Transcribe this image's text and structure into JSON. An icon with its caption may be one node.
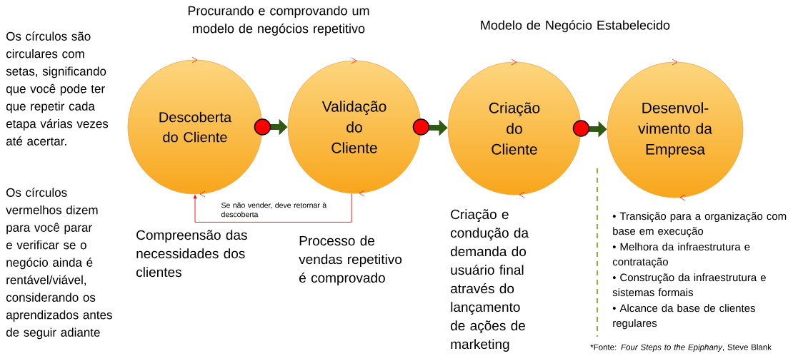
{
  "diagram": {
    "nodes": [
      {
        "text": [
          "Descoberta do Cliente"
        ],
        "beside": [
          "Compreensão das necessidades dos clientes"
        ]
      },
      {
        "text": [
          "Validação do Cliente"
        ],
        "beside": [
          "Processo de vendas repetitivo é comprovado"
        ]
      },
      {
        "text": [
          "Criação do Cliente"
        ],
        "beside": [
          "Criação e condução da demanda do usuário final através do lançamento de ações de marketing"
        ]
      },
      {
        "text": [
          "Desenvol- vimento da Empresa"
        ],
        "beside": [
          "• Transição para a organização com base em execução",
          "• Melhora da infraestrutura e contratação",
          "• Construção da infraestrutura e sistemas formais",
          "• Alcance da base de clientes regulares"
        ]
      }
    ],
    "edges": [
      {
        "from": 0,
        "to": 1,
        "arrow": "to"
      },
      {
        "from": 1,
        "to": 2,
        "arrow": "to"
      },
      {
        "from": 2,
        "to": 3,
        "arrow": "to"
      },
      {
        "from": 1,
        "to": 0,
        "arrow": "to",
        "label": "Se não vender, deve retornar à descoberta",
        "color": "#ff0000"
      }
    ],
    "labels": [
      "Procurando e comprovando um modelo de negócios repetitivo",
      "Modelo de Negócio Estabelecido",
      "Os círculos são circulares com setas, significando que você pode ter que repetir cada etapa várias vezes até acertar.",
      "Os círculos vermelhos dizem para você parar e verificar se o negócio ainda é rentável/viável, considerando os aprendizados antes de seguir adiante",
      "*Fonte: *Four Steps to the Epiphany*, Steve Blank"
    ]
  }
}
